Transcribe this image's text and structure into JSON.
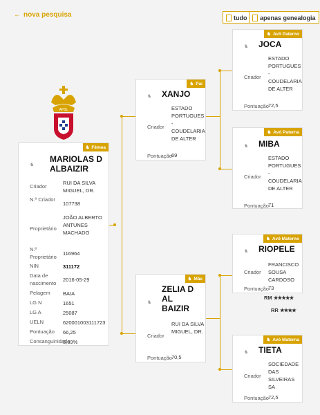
{
  "nav": {
    "back_label": "nova pesquisa",
    "btn_all": "tudo",
    "btn_genealogy": "apenas genealogia"
  },
  "logo": {
    "text": "APSL"
  },
  "main": {
    "badge": "Fêmea",
    "name": "MARIOLAS D ALBAIZIR",
    "fields": {
      "criador_label": "Criador",
      "criador": "RUI DA SILVA MIGUEL, DR.",
      "n_criador_label": "N.º Criador",
      "n_criador": "107738",
      "proprietario_label": "Proprietário",
      "proprietario": "JOÃO ALBERTO ANTUNES MACHADO",
      "n_proprietario_label": "N.º Proprietário",
      "n_proprietario": "116964",
      "nin_label": "NIN",
      "nin": "311172",
      "nascimento_label": "Data de nascimento",
      "nascimento": "2016-05-29",
      "pelagem_label": "Pelagem",
      "pelagem": "BAIA",
      "lgn_label": "LG N",
      "lgn": "1651",
      "lga_label": "LG A",
      "lga": "25087",
      "ueln_label": "UELN",
      "ueln": "620001003111723",
      "pontuacao_label": "Pontuação",
      "pontuacao": "66,25",
      "consanguinidade_label": "Consanguinidade",
      "consanguinidade": "3,69%"
    }
  },
  "pai": {
    "badge": "Pai",
    "name": "XANJO",
    "criador_label": "Criador",
    "criador": "ESTADO PORTUGUES - COUDELARIA DE ALTER",
    "pontuacao_label": "Pontuação",
    "pontuacao": "69"
  },
  "mae": {
    "badge": "Mãe",
    "name": "ZELIA D AL BAIZIR",
    "criador_label": "Criador",
    "criador": "RUI DA SILVA MIGUEL, DR.",
    "pontuacao_label": "Pontuação",
    "pontuacao": "70,5"
  },
  "avo_paterno": {
    "badge": "Avô Paterno",
    "name": "JOCA",
    "criador_label": "Criador",
    "criador": "ESTADO PORTUGUES - COUDELARIA DE ALTER",
    "pontuacao_label": "Pontuação",
    "pontuacao": "72,5"
  },
  "ava_paterna": {
    "badge": "Avó Paterna",
    "name": "MIBA",
    "criador_label": "Criador",
    "criador": "ESTADO PORTUGUES - COUDELARIA DE ALTER",
    "pontuacao_label": "Pontuação",
    "pontuacao": "71"
  },
  "avo_materno": {
    "badge": "Avô Materno",
    "name": "RIOPELE",
    "criador_label": "Criador",
    "criador": "FRANCISCO SOUSA CARDOSO",
    "pontuacao_label": "Pontuação",
    "pontuacao": "73",
    "rm_label": "RM",
    "rm_stars": 5,
    "rr_label": "RR",
    "rr_stars": 4
  },
  "ava_materna": {
    "badge": "Avó Materna",
    "name": "TIETA",
    "criador_label": "Criador",
    "criador": "SOCIEDADE DAS SILVEIRAS SA",
    "pontuacao_label": "Pontuação",
    "pontuacao": "72,5"
  },
  "colors": {
    "accent": "#d8a300",
    "crest_red": "#c8102e"
  },
  "icons": [
    "arrow-left-icon",
    "document-icon",
    "horse-icon",
    "crest-logo"
  ]
}
